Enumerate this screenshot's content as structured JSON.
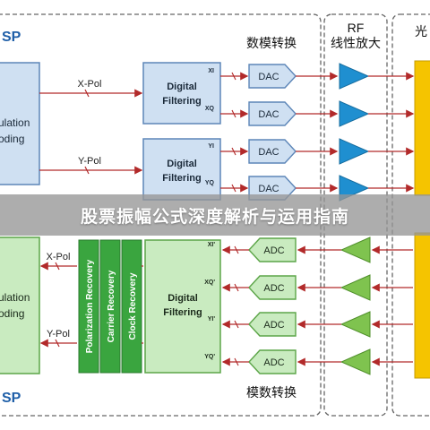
{
  "dsp": {
    "top_label": "SP",
    "bottom_label": "SP"
  },
  "tx": {
    "modulation_label": [
      "ulation",
      "oding"
    ],
    "x_pol": "X-Pol",
    "y_pol": "Y-Pol",
    "filter_label": [
      "Digital",
      "Filtering"
    ],
    "filter_ports": [
      "XI",
      "XQ",
      "YI",
      "YQ"
    ],
    "dac_label": "DAC",
    "section_title": "数模转换"
  },
  "rf": {
    "title_line1": "RF",
    "title_line2": "线性放大"
  },
  "optical": {
    "title": "光"
  },
  "rx": {
    "modulation_label": [
      "ulation",
      "oding"
    ],
    "x_pol": "X-Pol",
    "y_pol": "Y-Pol",
    "recovery_blocks": [
      "Polarization Recovery",
      "Carrier Recovery",
      "Clock Recovery"
    ],
    "filter_label": [
      "Digital",
      "Filtering"
    ],
    "filter_ports": [
      "XI'",
      "XQ'",
      "YI'",
      "YQ'"
    ],
    "adc_label": "ADC",
    "section_title": "模数转换"
  },
  "banner": {
    "title": "股票振幅公式深度解析与运用指南"
  },
  "colors": {
    "tx_fill": "#cfe0f2",
    "tx_stroke": "#5d86b8",
    "rx_fill": "#c9ebc0",
    "rx_stroke": "#5ca548",
    "rx_block": "#3aa53f",
    "amp_blue": "#1f8fd0",
    "amp_green": "#7fc34f",
    "optical": "#f5c400",
    "arrow": "#b22a2a",
    "dash": "#666666"
  }
}
